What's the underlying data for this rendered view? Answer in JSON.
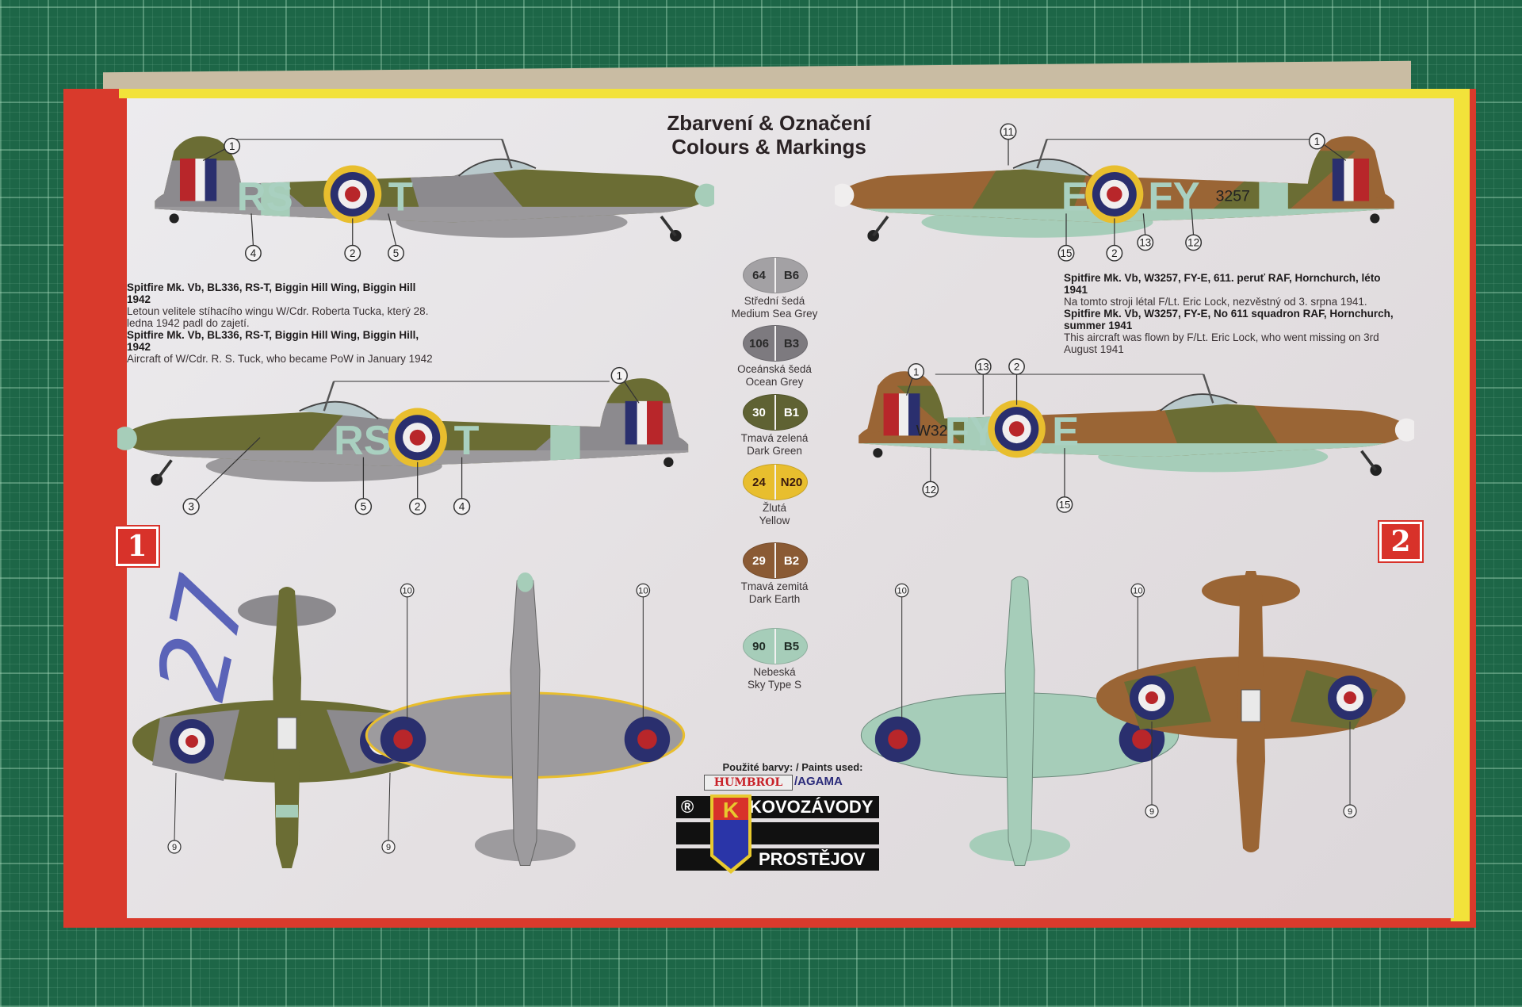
{
  "title": {
    "line1": "Zbarvení & Označení",
    "line2": "Colours & Markings"
  },
  "handwriting": "27",
  "scheme1": {
    "badge": "1",
    "caption_cz_title": "Spitfire Mk. Vb, BL336, RS-T, Biggin Hill Wing, Biggin Hill 1942",
    "caption_cz_text": "Letoun velitele stíhacího wingu W/Cdr. Roberta Tucka, který 28. ledna 1942 padl do zajetí.",
    "caption_en_title": "Spitfire Mk. Vb, BL336, RS-T, Biggin Hill Wing, Biggin Hill, 1942",
    "caption_en_text": "Aircraft of W/Cdr. R. S. Tuck, who became PoW in January 1942",
    "code_left": "RS",
    "code_right": "T",
    "profile_top_callouts": [
      "1",
      "4",
      "2",
      "5"
    ],
    "profile_bottom_callouts": [
      "1",
      "3",
      "5",
      "2",
      "4"
    ],
    "plan_callouts": [
      "9",
      "9"
    ],
    "underside_callouts": [
      "10",
      "10"
    ]
  },
  "scheme2": {
    "badge": "2",
    "caption_cz_title": "Spitfire Mk. Vb, W3257, FY-E, 611. peruť RAF, Hornchurch, léto 1941",
    "caption_cz_text": "Na tomto stroji létal F/Lt. Eric Lock, nezvěstný od 3. srpna 1941.",
    "caption_en_title": "Spitfire Mk. Vb, W3257, FY-E, No 611 squadron RAF, Hornchurch, summer 1941",
    "caption_en_text": "This aircraft was flown by F/Lt. Eric Lock, who went missing on 3rd August 1941",
    "code_left": "FY",
    "code_right": "E",
    "serial_top": "3257",
    "serial_bottom": "W32",
    "profile_top_callouts": [
      "11",
      "1",
      "15",
      "2",
      "13",
      "12"
    ],
    "profile_bottom_callouts": [
      "13",
      "2",
      "1",
      "12",
      "15"
    ],
    "plan_callouts": [
      "9",
      "9"
    ],
    "underside_callouts": [
      "10",
      "10"
    ]
  },
  "paints": [
    {
      "humbrol": "64",
      "agama": "B6",
      "cz": "Střední šedá",
      "en": "Medium Sea Grey",
      "color": "#a3a1a4",
      "text": "#2a2a2a"
    },
    {
      "humbrol": "106",
      "agama": "B3",
      "cz": "Oceánská šedá",
      "en": "Ocean Grey",
      "color": "#7d7a7f",
      "text": "#2a2a2a"
    },
    {
      "humbrol": "30",
      "agama": "B1",
      "cz": "Tmavá zelená",
      "en": "Dark Green",
      "color": "#5f6233",
      "text": "#ffffff"
    },
    {
      "humbrol": "24",
      "agama": "N20",
      "cz": "Žlutá",
      "en": "Yellow",
      "color": "#e8be2e",
      "text": "#3a1a10"
    },
    {
      "humbrol": "29",
      "agama": "B2",
      "cz": "Tmavá zemitá",
      "en": "Dark Earth",
      "color": "#8a5a34",
      "text": "#ffffff"
    },
    {
      "humbrol": "90",
      "agama": "B5",
      "cz": "Nebeská",
      "en": "Sky Type S",
      "color": "#a6cdb9",
      "text": "#1e2a24"
    }
  ],
  "paints_used": {
    "label": "Použité barvy: / Paints used:",
    "brand1": "HUMBROL",
    "brand2": "AGAMA"
  },
  "logo": {
    "registered": "®",
    "letter": "K",
    "line1": "KOVOZÁVODY",
    "line2": "PROSTĚJOV"
  },
  "colors": {
    "roundel_red": "#b8262a",
    "roundel_blue": "#2a2f6e",
    "roundel_yellow": "#e8be2e",
    "sky": "#a6cdb9",
    "green": "#6b6d34",
    "grey": "#8c8a8e",
    "earth": "#9a6535"
  }
}
